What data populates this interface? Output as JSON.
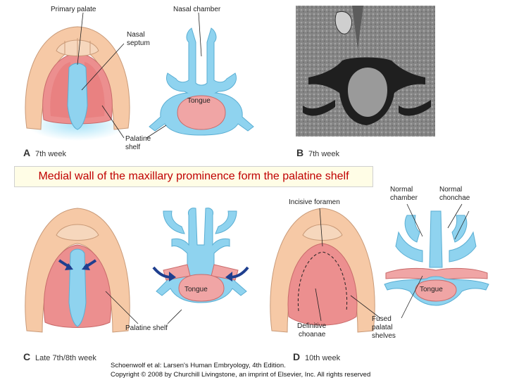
{
  "caption": "Medial wall of the maxillary prominence form the palatine shelf",
  "panels": {
    "a": {
      "letter": "A",
      "stage": "7th week"
    },
    "b": {
      "letter": "B",
      "stage": "7th week"
    },
    "c": {
      "letter": "C",
      "stage": "Late 7th/8th week"
    },
    "d": {
      "letter": "D",
      "stage": "10th week"
    }
  },
  "labels": {
    "primary_palate": "Primary palate",
    "nasal_chamber": "Nasal chamber",
    "nasal_septum_1": "Nasal",
    "nasal_septum_2": "septum",
    "tongue": "Tongue",
    "palatine_shelf_1": "Palatine",
    "palatine_shelf_2": "shelf",
    "palatine_shelf_c": "Palatine shelf",
    "incisive_foramen": "Incisive foramen",
    "normal_chamber_1": "Normal",
    "normal_chamber_2": "chamber",
    "normal_chonchae_1": "Normal",
    "normal_chonchae_2": "chonchae",
    "definitive_choanae_1": "Definitive",
    "definitive_choanae_2": "choanae",
    "fused_1": "Fused",
    "fused_2": "palatal",
    "fused_3": "shelves"
  },
  "credit": {
    "line1": "Schoenwolf et al: Larsen's Human Embryology, 4th Edition.",
    "line2": "Copyright © 2008 by Churchill Livingstone, an imprint of Elsevier, Inc. All rights reserved"
  },
  "colors": {
    "skin": "#f6c9a6",
    "skin_edge": "#c99a78",
    "pink": "#ec8f8f",
    "blue": "#8fd3ef",
    "blue_edge": "#5aaed3",
    "caption_red": "#c00000",
    "arrow": "#1f3f8f"
  }
}
